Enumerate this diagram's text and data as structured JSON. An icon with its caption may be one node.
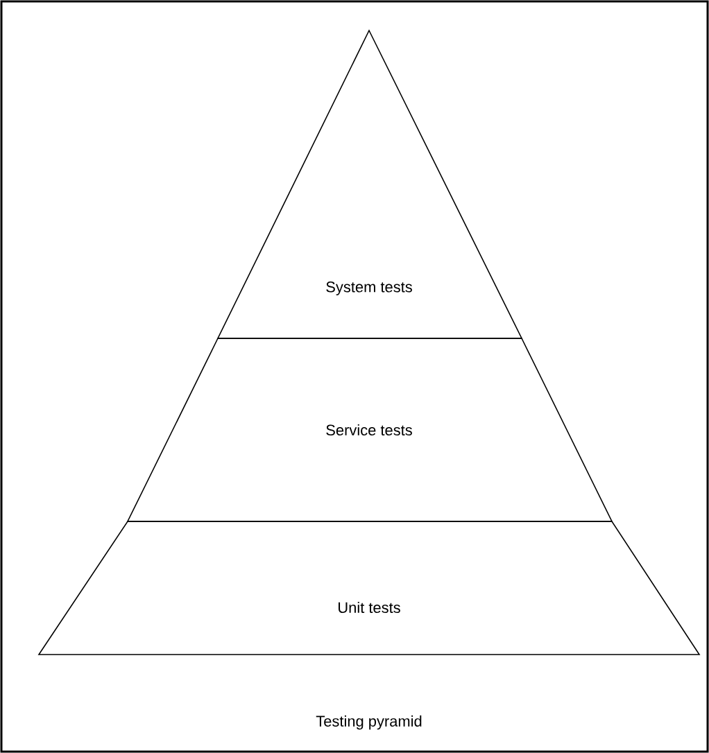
{
  "diagram": {
    "caption": "Testing pyramid",
    "nodes": [
      {
        "text": [
          "System tests"
        ]
      },
      {
        "text": [
          "Service tests"
        ]
      },
      {
        "text": [
          "Unit tests"
        ]
      }
    ]
  }
}
